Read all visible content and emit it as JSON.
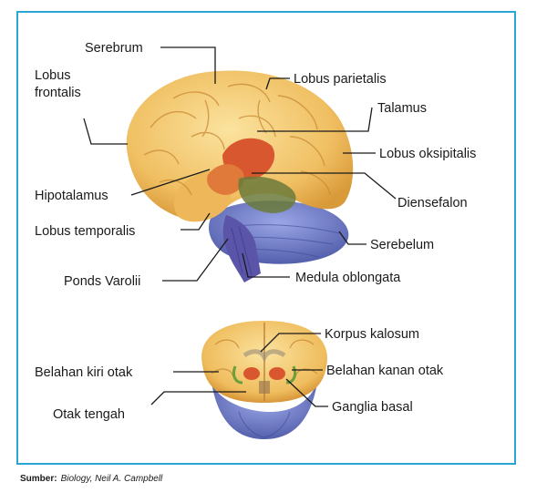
{
  "labels": {
    "serebrum": "Serebrum",
    "lobus_frontalis_1": "Lobus",
    "lobus_frontalis_2": "frontalis",
    "lobus_parietalis": "Lobus parietalis",
    "talamus": "Talamus",
    "lobus_oksipitalis": "Lobus oksipitalis",
    "hipotalamus": "Hipotalamus",
    "diensefalon": "Diensefalon",
    "lobus_temporalis": "Lobus temporalis",
    "serebelum": "Serebelum",
    "ponds_varolii": "Ponds Varolii",
    "medula_oblongata": "Medula oblongata",
    "korpus_kalosum": "Korpus kalosum",
    "belahan_kiri_otak": "Belahan kiri otak",
    "belahan_kanan_otak": "Belahan kanan otak",
    "otak_tengah": "Otak tengah",
    "ganglia_basal": "Ganglia basal"
  },
  "source": {
    "label": "Sumber:",
    "text": "Biology, Neil A. Campbell"
  },
  "colors": {
    "border": "#2aa5d6",
    "cerebrum": "#f2c46a",
    "cerebellum": "#6d7bc9",
    "thalamus": "#d9572e",
    "brainstem": "#5a5aa8"
  }
}
